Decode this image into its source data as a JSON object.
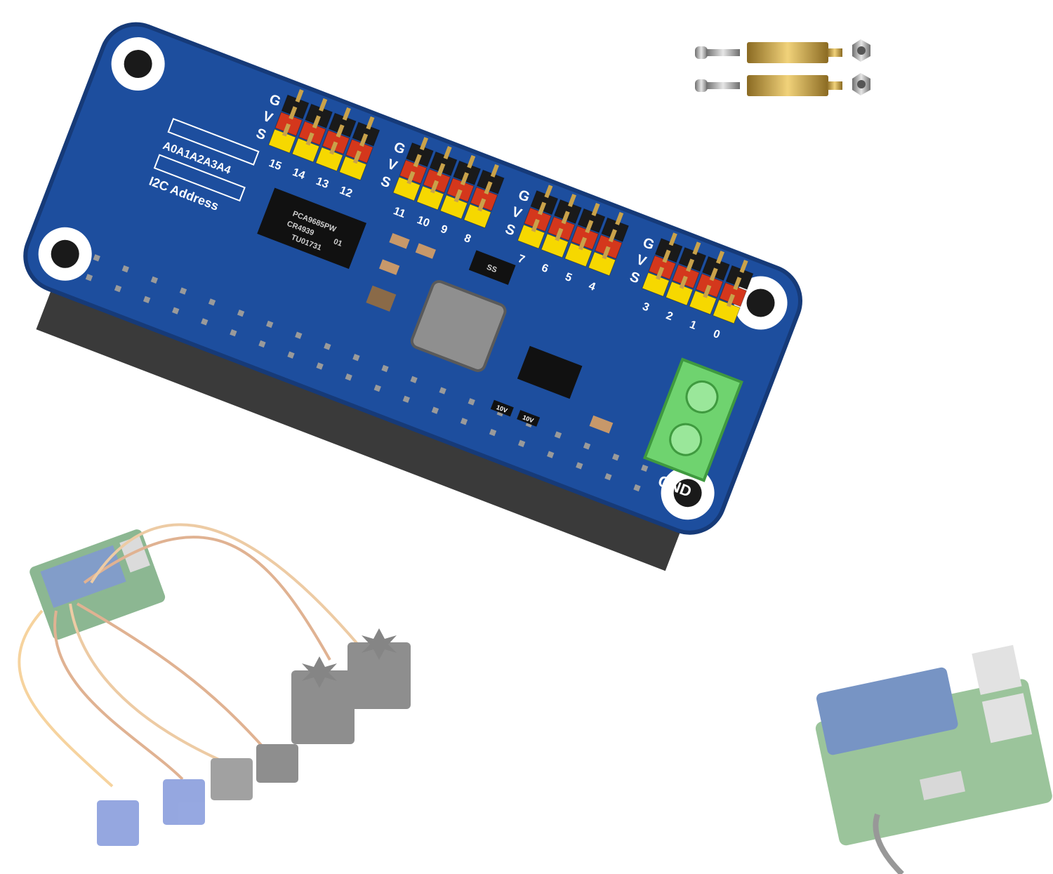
{
  "board": {
    "servo_channels": [
      "15",
      "14",
      "13",
      "12",
      "11",
      "10",
      "9",
      "8",
      "7",
      "6",
      "5",
      "4",
      "3",
      "2",
      "1",
      "0"
    ],
    "row_letters": [
      "G",
      "V",
      "S"
    ],
    "address_bits": "A0A1A2A3A4",
    "address_title": "I2C Address",
    "chip_marking_1": "PCA9685PW",
    "chip_marking_2": "CR4939",
    "chip_marking_3": "TU01731",
    "chip_marking_4": "01",
    "terminal_label": "GND",
    "resistor_label_1": "10V",
    "resistor_label_2": "10V",
    "diode_label": "SS"
  },
  "colors": {
    "pcb": "#1d4e9e",
    "pcb_edge": "#163a78",
    "header_black": "#1a1a1a",
    "header_red": "#d4371c",
    "header_yellow": "#f6d800",
    "terminal_green": "#6fd36f",
    "silkscreen": "#ffffff",
    "pin_gold": "#c9a24a",
    "pin_steel": "#9a9a9a"
  },
  "icons": [
    "screw-icon",
    "standoff-icon",
    "nut-icon",
    "servo-icon",
    "raspberry-pi-icon"
  ]
}
